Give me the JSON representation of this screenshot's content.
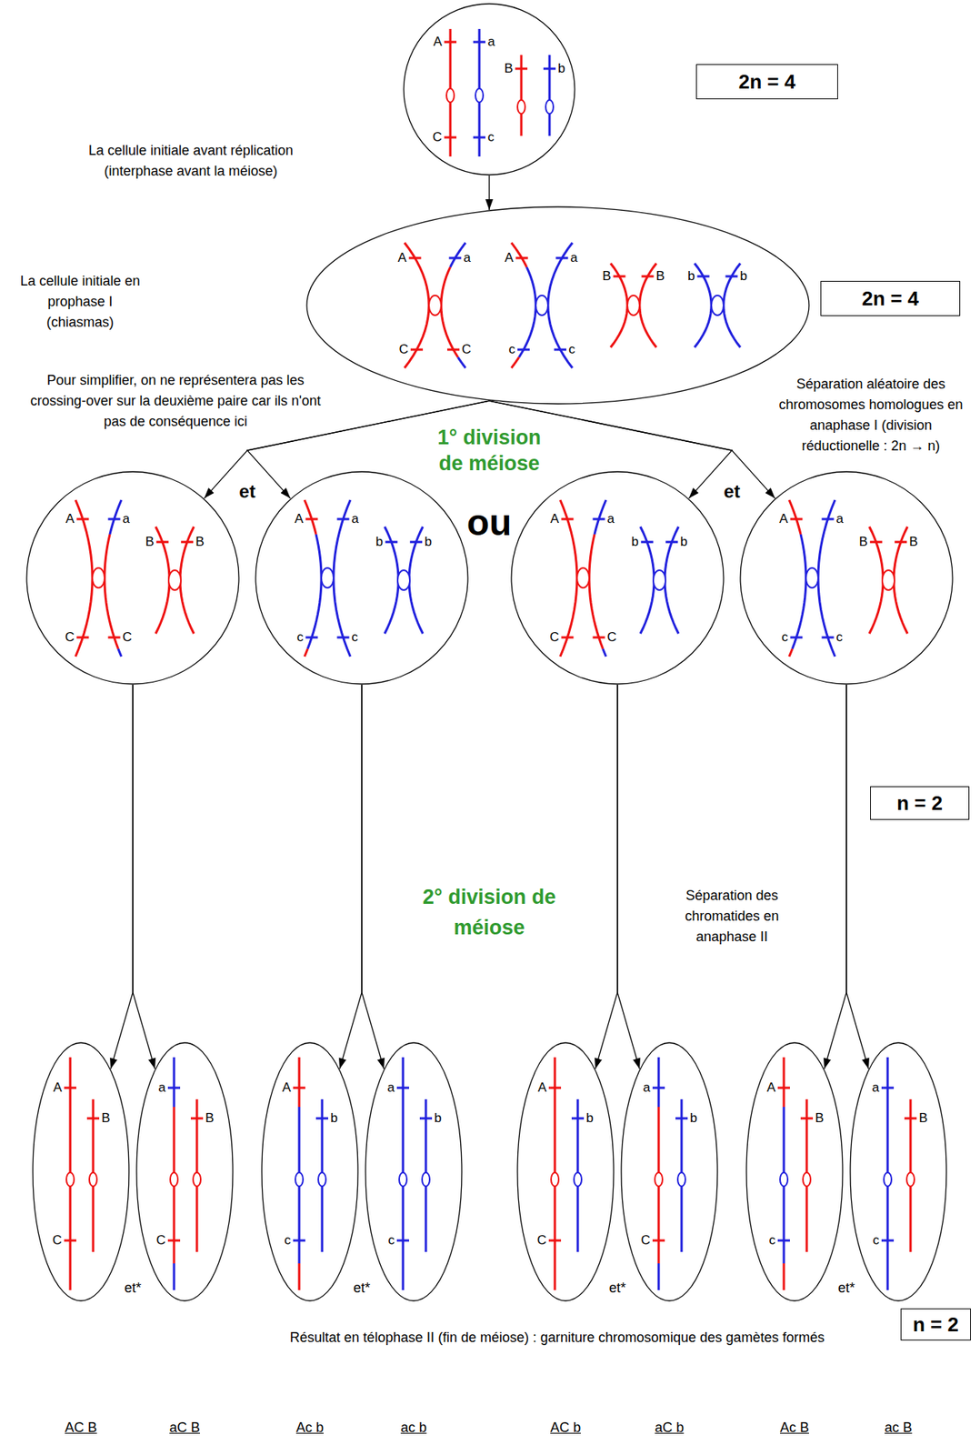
{
  "diagram": {
    "nodes": [
      {
        "text": [
          "A",
          "a",
          "B",
          "b",
          "C",
          "c"
        ]
      },
      {
        "text": [
          "2n = 4"
        ]
      },
      {
        "text": [
          "A",
          "a",
          "A",
          "a",
          "B",
          "B",
          "b",
          "b",
          "C",
          "C",
          "c",
          "c"
        ]
      },
      {
        "text": [
          "2n = 4"
        ]
      },
      {
        "text": [
          "A",
          "a",
          "B",
          "B",
          "C",
          "C"
        ]
      },
      {
        "text": [
          "A",
          "a",
          "b",
          "b",
          "c",
          "c"
        ]
      },
      {
        "text": [
          "A",
          "a",
          "b",
          "b",
          "C",
          "C"
        ]
      },
      {
        "text": [
          "A",
          "a",
          "B",
          "B",
          "c",
          "c"
        ]
      },
      {
        "text": [
          "n = 2"
        ]
      },
      {
        "text": [
          "A",
          "B",
          "C"
        ]
      },
      {
        "text": [
          "a",
          "B",
          "C"
        ]
      },
      {
        "text": [
          "A",
          "b",
          "c"
        ]
      },
      {
        "text": [
          "a",
          "b",
          "c"
        ]
      },
      {
        "text": [
          "A",
          "b",
          "C"
        ]
      },
      {
        "text": [
          "a",
          "b",
          "C"
        ]
      },
      {
        "text": [
          "A",
          "B",
          "c"
        ]
      },
      {
        "text": [
          "a",
          "B",
          "c"
        ]
      },
      {
        "text": [
          "n = 2"
        ]
      }
    ],
    "edges": [
      {
        "from": 0,
        "to": 2,
        "arrow": "to"
      },
      {
        "from": 2,
        "to": 4,
        "arrow": "to"
      },
      {
        "from": 2,
        "to": 5,
        "arrow": "to"
      },
      {
        "from": 2,
        "to": 6,
        "arrow": "to"
      },
      {
        "from": 2,
        "to": 7,
        "arrow": "to"
      },
      {
        "from": 4,
        "to": 9,
        "arrow": "to"
      },
      {
        "from": 4,
        "to": 10,
        "arrow": "to"
      },
      {
        "from": 5,
        "to": 11,
        "arrow": "to"
      },
      {
        "from": 5,
        "to": 12,
        "arrow": "to"
      },
      {
        "from": 6,
        "to": 13,
        "arrow": "to"
      },
      {
        "from": 6,
        "to": 14,
        "arrow": "to"
      },
      {
        "from": 7,
        "to": 15,
        "arrow": "to"
      },
      {
        "from": 7,
        "to": 16,
        "arrow": "to"
      }
    ],
    "labels": [
      "La cellule initiale avant réplication (interphase avant la méiose)",
      "La cellule initiale en prophase I (chiasmas)",
      "Pour simplifier, on ne représentera pas les crossing-over sur la deuxième paire car ils n'ont pas de conséquence ici",
      "1° division de méiose",
      "Séparation aléatoire des chromosomes homologues en anaphase I (division réductionelle : 2n → n)",
      "ou",
      "et",
      "et",
      "2° division de méiose",
      "Séparation des chromatides en anaphase II",
      "et*",
      "et*",
      "et*",
      "et*",
      "Résultat en télophase II (fin de méiose) : garniture chromosomique des gamètes formés",
      "AC B",
      "aC B",
      "Ac b",
      "ac b",
      "AC b",
      "aC b",
      "Ac B",
      "ac B"
    ]
  }
}
